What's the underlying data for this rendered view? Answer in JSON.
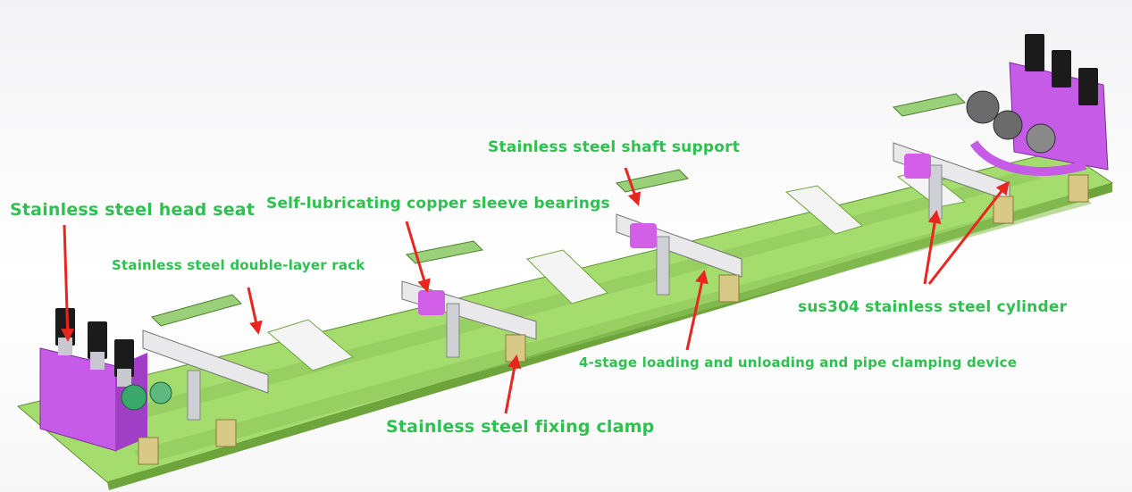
{
  "diagram": {
    "colors": {
      "frame": "#a5dc6e",
      "frame_dark": "#6da53c",
      "head_seat": "#c65be8",
      "cylinder_body": "#1b1b1b",
      "clamp": "#d9c986",
      "plate": "#e9e9ec",
      "label": "#2fc14f",
      "arrow": "#e8261f"
    },
    "labels": {
      "head_seat": "Stainless steel head seat",
      "double_rack": "Stainless steel double-layer rack",
      "copper_bearings": "Self-lubricating copper sleeve bearings",
      "shaft_support": "Stainless steel shaft support",
      "cylinder": "sus304 stainless steel cylinder",
      "loading_device": "4-stage loading and unloading and pipe clamping device",
      "fixing_clamp": "Stainless steel fixing clamp"
    }
  }
}
